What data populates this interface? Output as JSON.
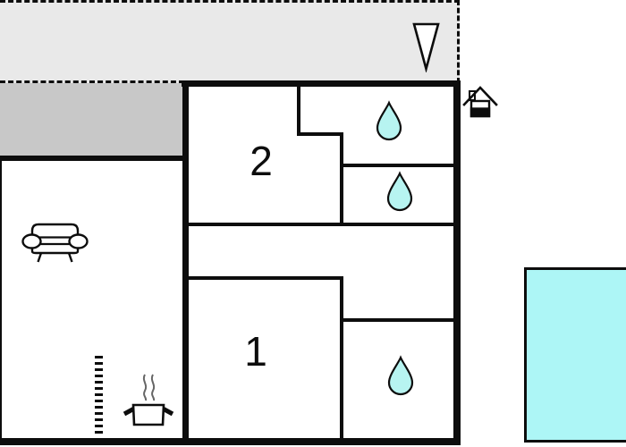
{
  "plan": {
    "type": "floor-plan",
    "rooms": [
      {
        "id": "room-1",
        "label": "1"
      },
      {
        "id": "room-2",
        "label": "2"
      }
    ],
    "areas": [
      "terrace",
      "patio",
      "living-area",
      "hallway",
      "bathroom-top",
      "bathroom-middle",
      "bathroom-bottom",
      "pool"
    ],
    "icons": [
      "north-arrow-icon",
      "house-icon",
      "water-drop-icon-top",
      "water-drop-icon-middle",
      "water-drop-icon-bottom",
      "sofa-icon",
      "cooking-pot-icon",
      "door-opening-dashes"
    ],
    "colors": {
      "terrace": "#e9e9e9",
      "patio": "#c8c8c8",
      "wall": "#0d0d0d",
      "water": "#b7f4f1",
      "pool": "#adf6f6",
      "steam": "#666666",
      "paper": "#ffffff"
    }
  }
}
